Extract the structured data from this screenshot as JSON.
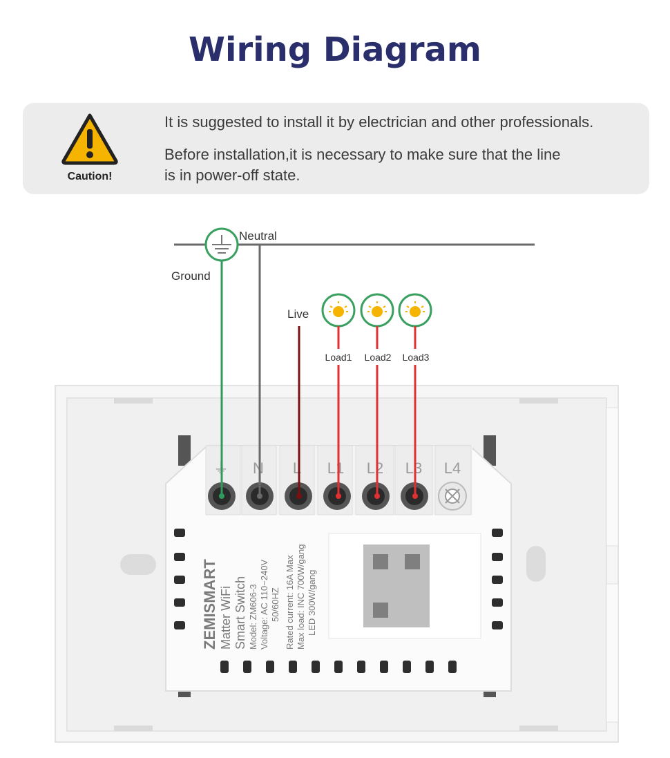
{
  "page": {
    "title": "Wiring Diagram"
  },
  "caution": {
    "label": "Caution!",
    "icon": "warning-triangle-icon",
    "line1": "It is suggested to install it by electrician and other professionals.",
    "line2a": "Before installation,it is necessary to make sure that the line",
    "line2b": "is in power-off state."
  },
  "diagram": {
    "neutral_label": "Neutral",
    "ground_label": "Ground",
    "live_label": "Live",
    "loads": [
      "Load1",
      "Load2",
      "Load3"
    ],
    "colors": {
      "ground_wire": "#2e9a5e",
      "neutral_wire": "#6a6a6a",
      "live_wire": "#7a1010",
      "load_wire": "#e03030",
      "circle_outline": "#3aa060",
      "bulb": "#f5b400"
    }
  },
  "device": {
    "terminals": [
      "⏚",
      "N",
      "L",
      "L1",
      "L2",
      "L3",
      "L4"
    ],
    "brand": "ZEMISMART",
    "product_line1": "Matter WiFi",
    "product_line2": "Smart Switch",
    "model": "Model: ZM606-3",
    "voltage": "Voltage: AC 110~240V",
    "frequency": "50/60HZ",
    "rated_current": "Rated current: 16A Max",
    "max_load": "Max load: INC 700W/gang",
    "led_load": "LED 300W/gang"
  }
}
